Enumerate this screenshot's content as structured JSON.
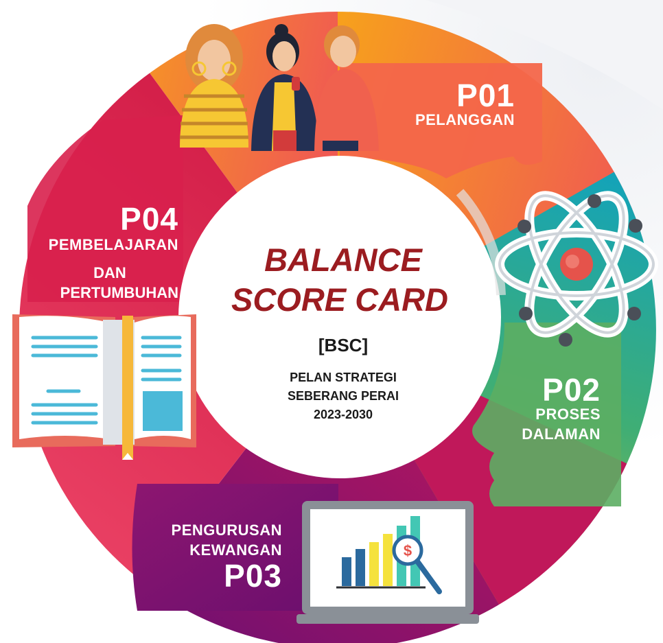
{
  "center": {
    "title_line1": "BALANCE",
    "title_line2": "SCORE CARD",
    "abbr": "[BSC]",
    "sub_line1": "PELAN STRATEGI",
    "sub_line2": "SEBERANG PERAI",
    "sub_line3": "2023-2030"
  },
  "perspectives": [
    {
      "code": "P01",
      "name_lines": [
        "PELANGGAN"
      ],
      "color": "#f2703f",
      "icon": "people-icon"
    },
    {
      "code": "P02",
      "name_lines": [
        "PROSES",
        "DALAMAN"
      ],
      "color": "#43a86e",
      "icon": "atom-icon"
    },
    {
      "code": "P03",
      "name_lines": [
        "PENGURUSAN",
        "KEWANGAN"
      ],
      "color": "#7b1068",
      "icon": "finance-laptop-icon"
    },
    {
      "code": "P04",
      "name_lines": [
        "PEMBELAJARAN",
        "DAN",
        "PERTUMBUHAN"
      ],
      "color": "#e0305a",
      "icon": "book-icon"
    }
  ],
  "colors": {
    "title": "#9b1c20",
    "p01_start": "#f7a21b",
    "p01_end": "#f05a52",
    "p02_start": "#14a3b8",
    "p02_end": "#a6b83b",
    "p03_start": "#b5175e",
    "p03_end": "#6d0f72",
    "p04_start": "#ec3d62",
    "p04_end": "#d21a46"
  }
}
